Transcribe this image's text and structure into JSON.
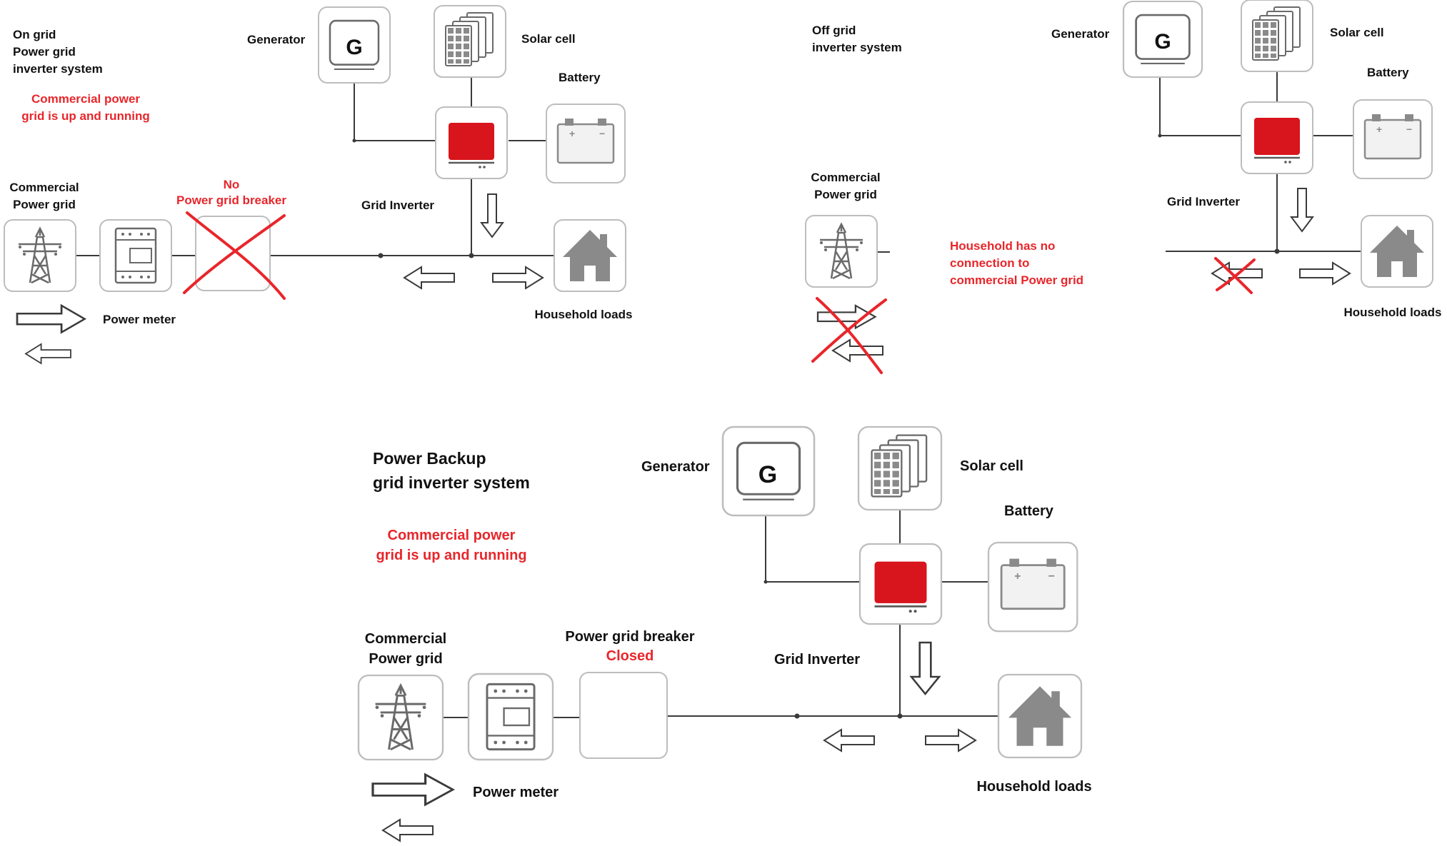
{
  "colors": {
    "accent_red": "#e8262b",
    "inverter_red": "#d8141c",
    "icon_gray": "#8a8a8a",
    "box_border": "#bdbdbd"
  },
  "on_grid": {
    "title": [
      "On grid",
      "Power grid",
      "inverter system"
    ],
    "status": [
      "Commercial power",
      "grid is up and running"
    ],
    "generator": "Generator",
    "generator_letter": "G",
    "solar": "Solar cell",
    "battery": "Battery",
    "grid": [
      "Commercial",
      "Power grid"
    ],
    "breaker": [
      "No",
      "Power grid breaker"
    ],
    "inverter": "Grid Inverter",
    "meter": "Power meter",
    "loads": "Household loads"
  },
  "off_grid": {
    "title": [
      "Off grid",
      "inverter system"
    ],
    "generator": "Generator",
    "generator_letter": "G",
    "solar": "Solar cell",
    "battery": "Battery",
    "grid": [
      "Commercial",
      "Power grid"
    ],
    "status": [
      "Household has no",
      "connection to",
      "commercial Power grid"
    ],
    "inverter": "Grid Inverter",
    "loads": "Household loads"
  },
  "backup": {
    "title": [
      "Power Backup",
      "grid inverter system"
    ],
    "status": [
      "Commercial power",
      "grid is up and running"
    ],
    "generator": "Generator",
    "generator_letter": "G",
    "solar": "Solar cell",
    "battery": "Battery",
    "grid": [
      "Commercial",
      "Power grid"
    ],
    "breaker": "Power grid breaker",
    "breaker_state": "Closed",
    "inverter": "Grid Inverter",
    "meter": "Power meter",
    "loads": "Household loads"
  }
}
